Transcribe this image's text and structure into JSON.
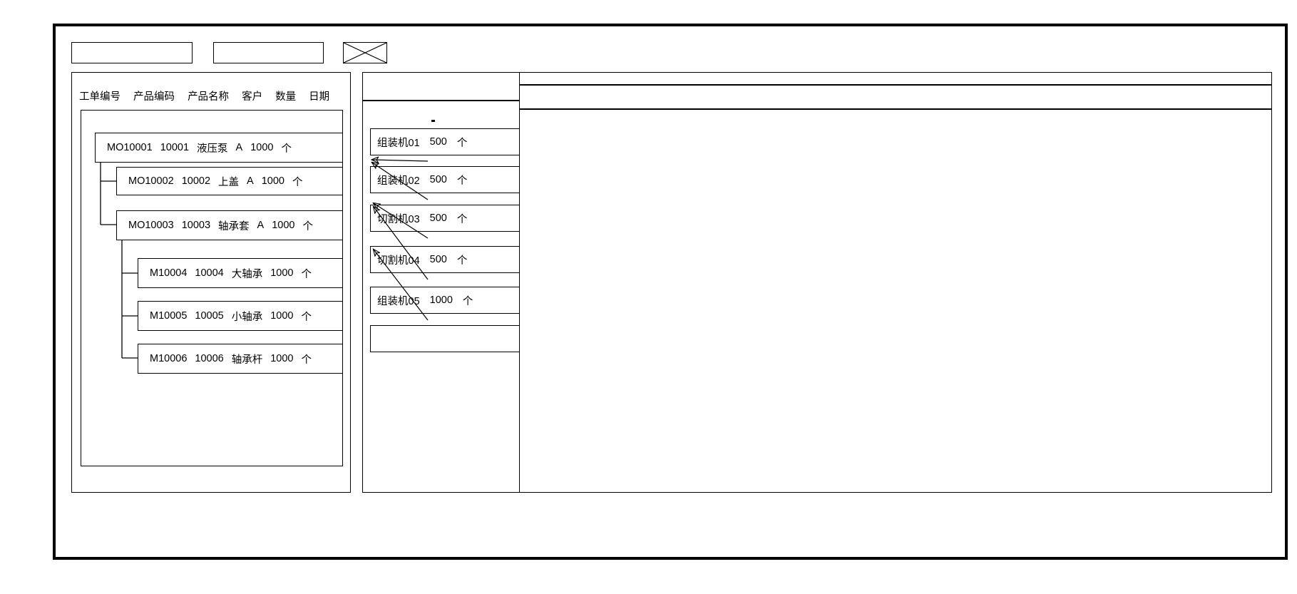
{
  "window": {
    "title": ""
  },
  "toolbar": {
    "field_1_value": "",
    "field_2_value": "",
    "image_placeholder_name": "image-placeholder-icon"
  },
  "left_panel": {
    "columns": [
      "工单编号",
      "产品编码",
      "产品名称",
      "客户",
      "数量",
      "日期"
    ],
    "rows": [
      {
        "id": "MO10001",
        "code": "10001",
        "name": "液压泵",
        "customer": "A",
        "qty": "1000",
        "unit": "个",
        "level": 0
      },
      {
        "id": "MO10002",
        "code": "10002",
        "name": "上盖",
        "customer": "A",
        "qty": "1000",
        "unit": "个",
        "level": 1
      },
      {
        "id": "MO10003",
        "code": "10003",
        "name": "轴承套",
        "customer": "A",
        "qty": "1000",
        "unit": "个",
        "level": 1
      },
      {
        "id": "M10004",
        "code": "10004",
        "name": "大轴承",
        "customer": "",
        "qty": "1000",
        "unit": "个",
        "level": 2
      },
      {
        "id": "M10005",
        "code": "10005",
        "name": "小轴承",
        "customer": "",
        "qty": "1000",
        "unit": "个",
        "level": 2
      },
      {
        "id": "M10006",
        "code": "10006",
        "name": "轴承杆",
        "customer": "",
        "qty": "1000",
        "unit": "个",
        "level": 2
      }
    ]
  },
  "middle_panel": {
    "marker": "-",
    "machines": [
      {
        "name": "组装机01",
        "qty": "500",
        "unit": "个"
      },
      {
        "name": "组装机02",
        "qty": "500",
        "unit": "个"
      },
      {
        "name": "切割机03",
        "qty": "500",
        "unit": "个"
      },
      {
        "name": "切割机04",
        "qty": "500",
        "unit": "个"
      },
      {
        "name": "组装机05",
        "qty": "1000",
        "unit": "个"
      },
      {
        "name": "",
        "qty": "",
        "unit": ""
      }
    ]
  },
  "right_panel": {
    "header_text": "",
    "body_text": ""
  },
  "colors": {
    "line": "#000000",
    "background": "#ffffff"
  }
}
